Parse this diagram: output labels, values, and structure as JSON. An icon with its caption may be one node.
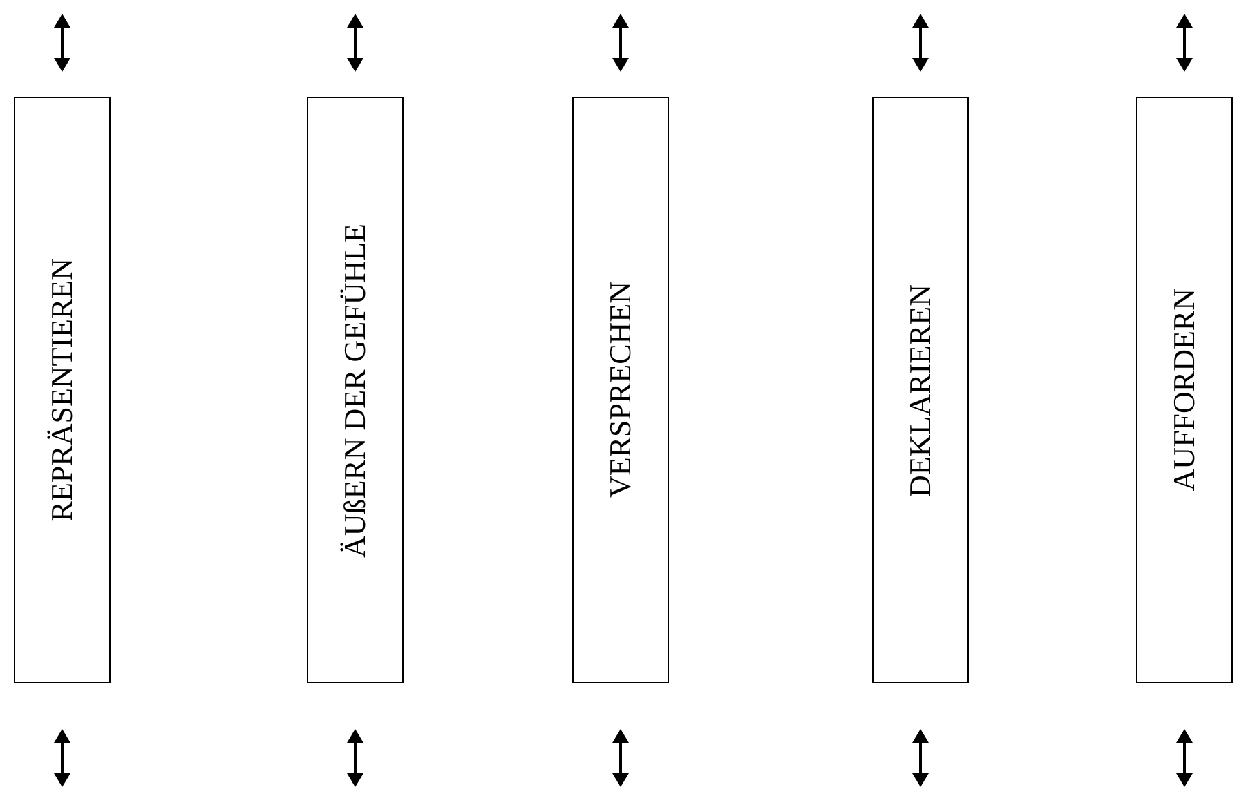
{
  "diagram": {
    "nodes": [
      {
        "text": [
          "REPRÄSENTIEREN"
        ]
      },
      {
        "text": [
          "ÄUßERN DER GEFÜHLE"
        ]
      },
      {
        "text": [
          "VERSPRECHEN"
        ]
      },
      {
        "text": [
          "DEKLARIEREN"
        ]
      },
      {
        "text": [
          "AUFFORDERN"
        ]
      }
    ]
  }
}
